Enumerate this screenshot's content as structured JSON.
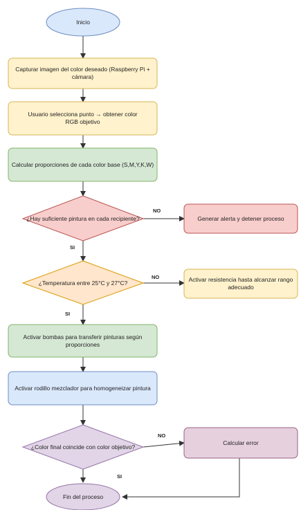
{
  "diagram": {
    "nodes": {
      "inicio": {
        "text": "Inicio",
        "fill": "#dae8fc",
        "stroke": "#6c8ebf"
      },
      "capturar": {
        "text": "Capturar imagen del color deseado (Raspberry Pi + cámara)",
        "fill": "#fff2cc",
        "stroke": "#d6b656"
      },
      "seleccion": {
        "text": "Usuario selecciona punto → obtener color RGB objetivo",
        "fill": "#fff2cc",
        "stroke": "#d6b656"
      },
      "calcular": {
        "text": "Calcular proporciones de cada color base (S,M,Y,K,W)",
        "fill": "#d5e8d4",
        "stroke": "#82b366"
      },
      "pintura_q": {
        "text": "¿Hay suficiente pintura en cada recipiente?",
        "fill": "#f8cecc",
        "stroke": "#b85450"
      },
      "alerta": {
        "text": "Generar alerta y detener proceso",
        "fill": "#f8cecc",
        "stroke": "#b85450"
      },
      "temp_q": {
        "text": "¿Temperatura entre 25°C y 27°C?",
        "fill": "#ffe6cc",
        "stroke": "#d79b00"
      },
      "resistencia": {
        "text": "Activar resistencia hasta alcanzar rango adecuado",
        "fill": "#fff2cc",
        "stroke": "#d6b656"
      },
      "bombas": {
        "text": "Activar bombas para transferir pinturas según proporciones",
        "fill": "#d5e8d4",
        "stroke": "#82b366"
      },
      "rodillo": {
        "text": "Activar rodillo mezclador para homogeneizar pintura",
        "fill": "#dae8fc",
        "stroke": "#6c8ebf"
      },
      "color_q": {
        "text": "¿Color final coincide con color objetivo?",
        "fill": "#e1d5e7",
        "stroke": "#9673a6"
      },
      "error": {
        "text": "Calcular error",
        "fill": "#e6d0de",
        "stroke": "#996185"
      },
      "fin": {
        "text": "Fin del proceso",
        "fill": "#e1d5e7",
        "stroke": "#9673a6"
      }
    },
    "labels": {
      "no1": "NO",
      "si1": "SI",
      "no2": "NO",
      "si2": "SI",
      "no3": "NO",
      "si3": "SI"
    },
    "edge_color": "#333333"
  }
}
